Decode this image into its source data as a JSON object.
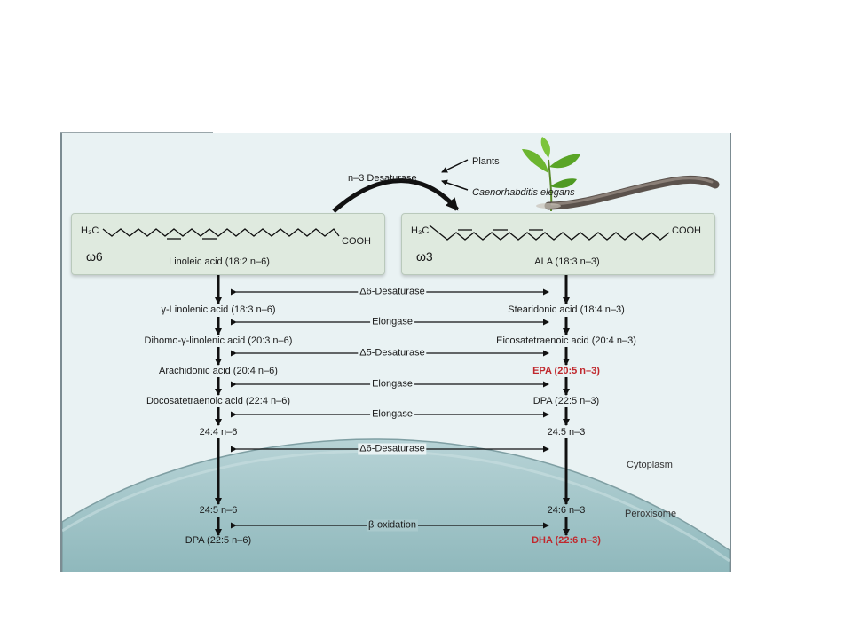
{
  "source_arrows": {
    "enzyme": "n–3 Desaturase",
    "plants": "Plants",
    "worm": "Caenorhabditis elegans"
  },
  "left_box": {
    "ch3": "H₃C",
    "cooh": "COOH",
    "omega": "ω6",
    "name": "Linoleic acid (18:2 n–6)"
  },
  "right_box": {
    "ch3": "H₃C",
    "cooh": "COOH",
    "omega": "ω3",
    "name": "ALA (18:3 n–3)"
  },
  "left_chain": [
    "γ-Linolenic acid (18:3 n–6)",
    "Dihomo-γ-linolenic acid (20:3 n–6)",
    "Arachidonic acid (20:4 n–6)",
    "Docosatetraenoic acid (22:4 n–6)",
    "24:4 n–6",
    "24:5 n–6",
    "DPA (22:5 n–6)"
  ],
  "right_chain": [
    "Stearidonic acid (18:4 n–3)",
    "Eicosatetraenoic acid (20:4 n–3)",
    "EPA (20:5 n–3)",
    "DPA (22:5 n–3)",
    "24:5 n–3",
    "24:6 n–3",
    "DHA (22:6 n–3)"
  ],
  "enzymes": [
    "Δ6-Desaturase",
    "Elongase",
    "Δ5-Desaturase",
    "Elongase",
    "Elongase",
    "Δ6-Desaturase",
    "β-oxidation"
  ],
  "compartments": {
    "cytoplasm": "Cytoplasm",
    "peroxisome": "Peroxisome"
  },
  "colors": {
    "highlight": "#c0282d",
    "panel_bg": "#e9f2f3",
    "box_bg": "#dfeadf",
    "peroxisome": "#a9c9cc"
  }
}
